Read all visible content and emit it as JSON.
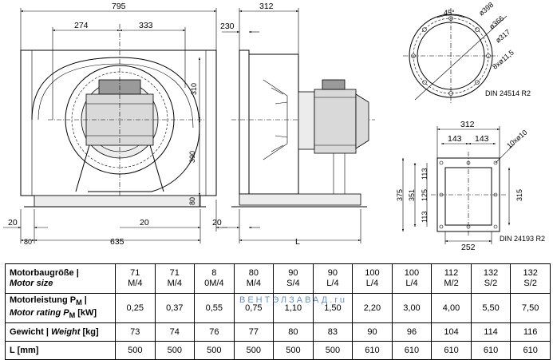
{
  "front_view": {
    "dims": {
      "overall_width": "795",
      "inlet_left": "274",
      "inlet_right": "333",
      "upper_height": "310",
      "lower_height": "390",
      "base_height": "80",
      "base_offset_left": "20",
      "base_offset_right": "20",
      "foot_offset": "80",
      "foot_span": "635"
    }
  },
  "side_view": {
    "dims": {
      "outlet_width": "312",
      "inlet_offset": "230",
      "base_offset": "20",
      "length": "L"
    }
  },
  "flange_round": {
    "angle": "45°",
    "d1": "ø398",
    "d2": "ø366",
    "d3": "ø317",
    "holes": "8xø11,5",
    "standard": "DIN 24514 R2"
  },
  "flange_square": {
    "outer_width": "312",
    "half_left": "143",
    "half_right": "143",
    "holes": "10xø10",
    "h_total": "375",
    "h_inner": "351",
    "h_top": "113",
    "h_mid": "125",
    "h_bottom": "113",
    "h_right": "315",
    "bottom_width": "252",
    "standard": "DIN 24193 R2"
  },
  "table": {
    "row_labels": {
      "motor_size_de": "Motorbaugröße |",
      "motor_size_en": "Motor size",
      "rating_de": "Motorleistung P",
      "rating_sub_de": "M",
      "rating_de_end": " |",
      "rating_en": "Motor rating P",
      "rating_sub_en": "M",
      "rating_en_end": " [kW]",
      "weight_de": "Gewicht | ",
      "weight_en": "Weight",
      "weight_unit": " [kg]",
      "length": "L [mm]"
    },
    "motor_size_top": [
      "71",
      "71",
      "8",
      "80",
      "90",
      "90",
      "100",
      "100",
      "112",
      "132",
      "132"
    ],
    "motor_size_bottom": [
      "M/4",
      "M/4",
      "0M/4",
      "M/4",
      "S/4",
      "L/4",
      "L/4",
      "L/4",
      "M/2",
      "S/2",
      "S/2"
    ],
    "motor_rating": [
      "0,25",
      "0,37",
      "0,55",
      "0,75",
      "1,10",
      "1,50",
      "2,20",
      "3,00",
      "4,00",
      "5,50",
      "7,50"
    ],
    "weight": [
      "73",
      "74",
      "76",
      "77",
      "80",
      "83",
      "90",
      "96",
      "104",
      "114",
      "116"
    ],
    "length": [
      "500",
      "500",
      "500",
      "500",
      "500",
      "500",
      "610",
      "610",
      "610",
      "610",
      "610"
    ]
  },
  "watermark": "ВЕНТЭЛЗАВАД.ru",
  "colors": {
    "line": "#000000",
    "fill_light": "#d9d9d9",
    "fill_dark": "#9a9a9a",
    "watermark": "#4a7fc0"
  }
}
